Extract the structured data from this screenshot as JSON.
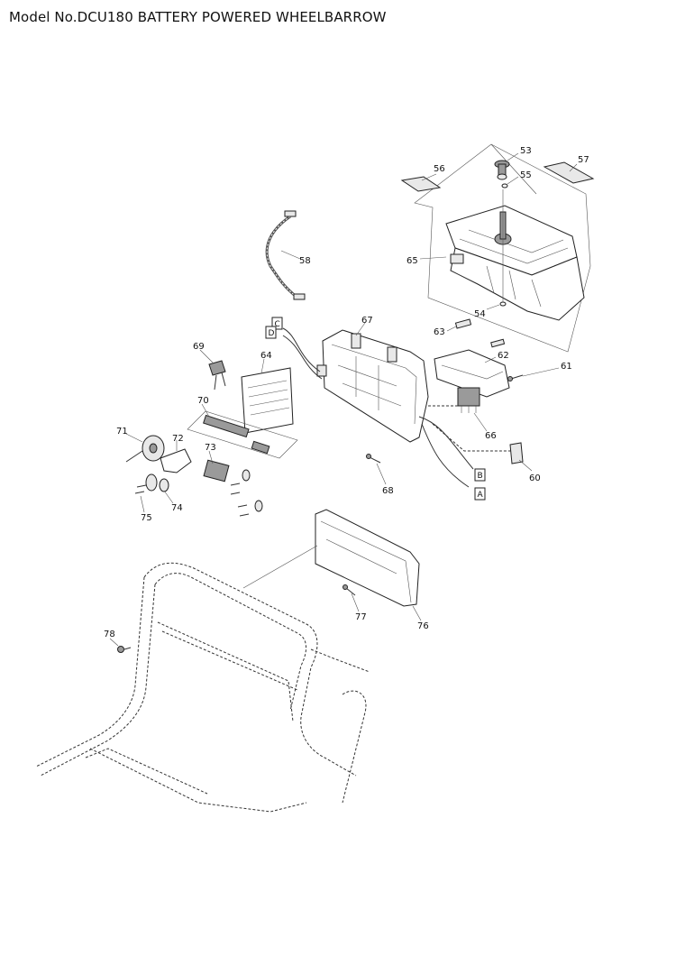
{
  "title": "Model No.DCU180 BATTERY POWERED WHEELBARROW",
  "callouts": {
    "p53": "53",
    "p54": "54",
    "p55": "55",
    "p56": "56",
    "p57": "57",
    "p58": "58",
    "p60": "60",
    "p61": "61",
    "p62": "62",
    "p63": "63",
    "p64": "64",
    "p65": "65",
    "p66": "66",
    "p67": "67",
    "p68": "68",
    "p69": "69",
    "p70": "70",
    "p71": "71",
    "p72": "72",
    "p73": "73",
    "p74": "74",
    "p75": "75",
    "p76": "76",
    "p77": "77",
    "p78": "78"
  },
  "connector_tags": {
    "A": "A",
    "B": "B",
    "C": "C",
    "D": "D"
  }
}
